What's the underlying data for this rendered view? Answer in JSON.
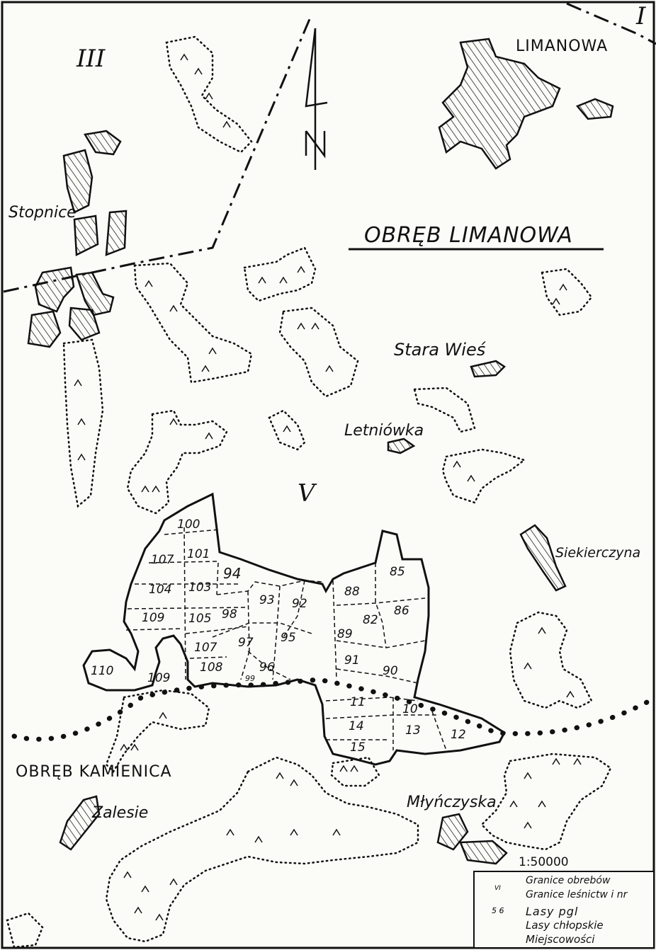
{
  "roman_numerals": {
    "northwest": "III",
    "northeast": "I",
    "center": "V"
  },
  "districts": {
    "limanowa": "OBRĘB LIMANOWA",
    "kamienica": "OBRĘB KAMIENICA"
  },
  "towns": {
    "limanowa": "LIMANOWA",
    "stopnice": "Stopnice",
    "stara_wies": "Stara Wieś",
    "letniowka": "Letniówka",
    "siekierczyna": "Siekierczyna",
    "zalesie": "Zalesie",
    "mlynczyska": "Młyńczyska"
  },
  "north_arrow": "N",
  "scale": "1:50000",
  "compartments": [
    "100",
    "107",
    "101",
    "104",
    "103",
    "94",
    "109",
    "105",
    "98",
    "93",
    "92",
    "107",
    "97",
    "95",
    "108",
    "96",
    "99",
    "110",
    "109",
    "88",
    "85",
    "86",
    "82",
    "89",
    "91",
    "90",
    "11",
    "10",
    "14",
    "13",
    "12",
    "15"
  ],
  "legend": [
    {
      "key": "obreby",
      "label": "Granice obrebów"
    },
    {
      "key": "lesnictw",
      "label": "Granice leśnictw i nr",
      "marker": "VI"
    },
    {
      "key": "pgl",
      "label": "Lasy pgl",
      "marker": "5 6"
    },
    {
      "key": "chlopskie",
      "label": "Lasy chłopskie"
    },
    {
      "key": "miejscowosci",
      "label": "Miejscowości"
    }
  ]
}
